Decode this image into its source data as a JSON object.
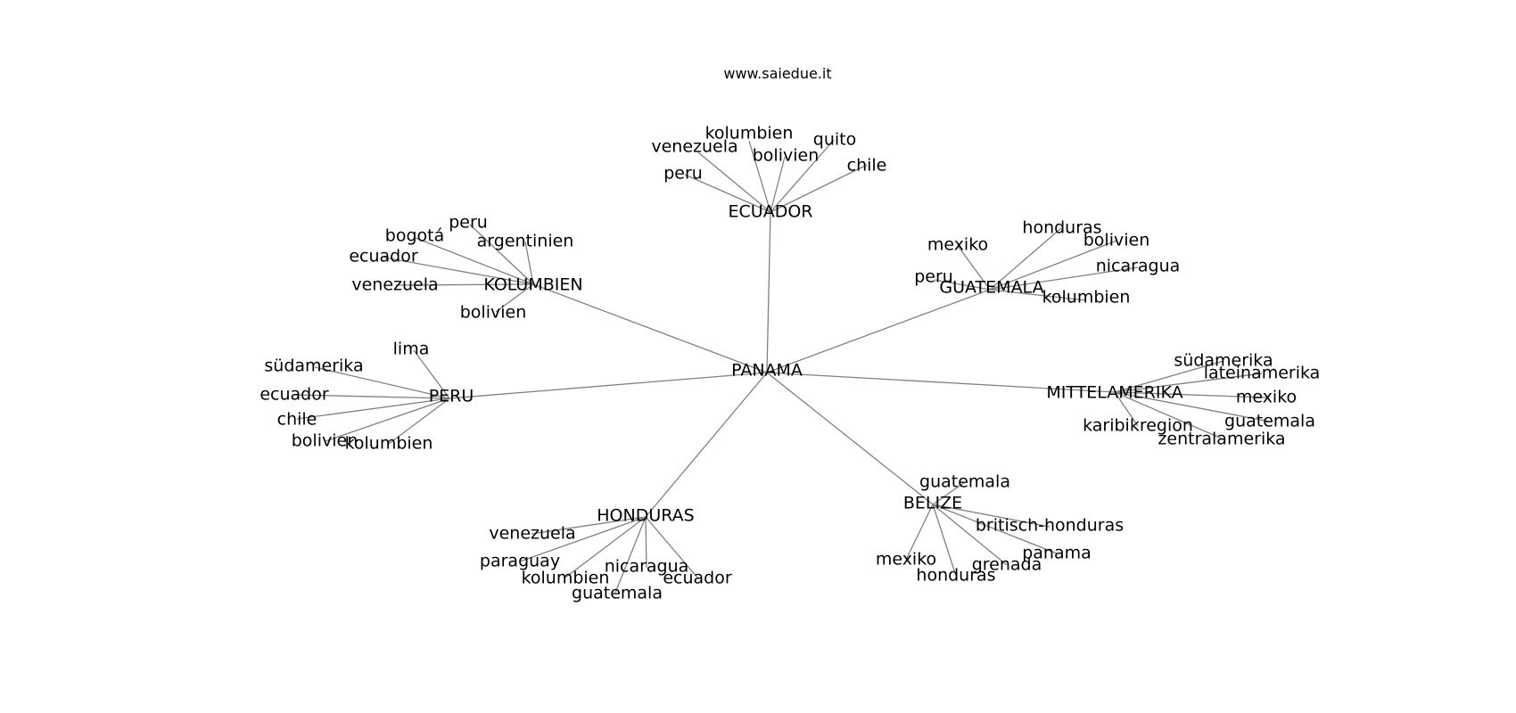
{
  "source": "www.saiedue.it",
  "colors": {
    "edge": "#808080",
    "text": "#000000",
    "background": "#ffffff"
  },
  "graph": {
    "center": "PANAMA",
    "hubs": [
      {
        "id": "ECUADOR",
        "label": "ECUADOR",
        "leaves": [
          "kolumbien",
          "venezuela",
          "bolivien",
          "quito",
          "chile",
          "peru"
        ]
      },
      {
        "id": "KOLUMBIEN",
        "label": "KOLUMBIEN",
        "leaves": [
          "peru",
          "bogotá",
          "argentinien",
          "ecuador",
          "venezuela",
          "bolivien"
        ]
      },
      {
        "id": "GUATEMALA",
        "label": "GUATEMALA",
        "leaves": [
          "honduras",
          "mexiko",
          "bolivien",
          "nicaragua",
          "peru",
          "kolumbien"
        ]
      },
      {
        "id": "PERU",
        "label": "PERU",
        "leaves": [
          "lima",
          "südamerika",
          "ecuador",
          "chile",
          "bolivien",
          "kolumbien"
        ]
      },
      {
        "id": "MITTELAMERIKA",
        "label": "MITTELAMERIKA",
        "leaves": [
          "südamerika",
          "lateinamerika",
          "mexiko",
          "karibikregion",
          "guatemala",
          "zentralamerika"
        ]
      },
      {
        "id": "HONDURAS",
        "label": "HONDURAS",
        "leaves": [
          "venezuela",
          "paraguay",
          "nicaragua",
          "kolumbien",
          "ecuador",
          "guatemala"
        ]
      },
      {
        "id": "BELIZE",
        "label": "BELIZE",
        "leaves": [
          "guatemala",
          "britisch-honduras",
          "panama",
          "mexiko",
          "grenada",
          "honduras"
        ]
      }
    ]
  }
}
